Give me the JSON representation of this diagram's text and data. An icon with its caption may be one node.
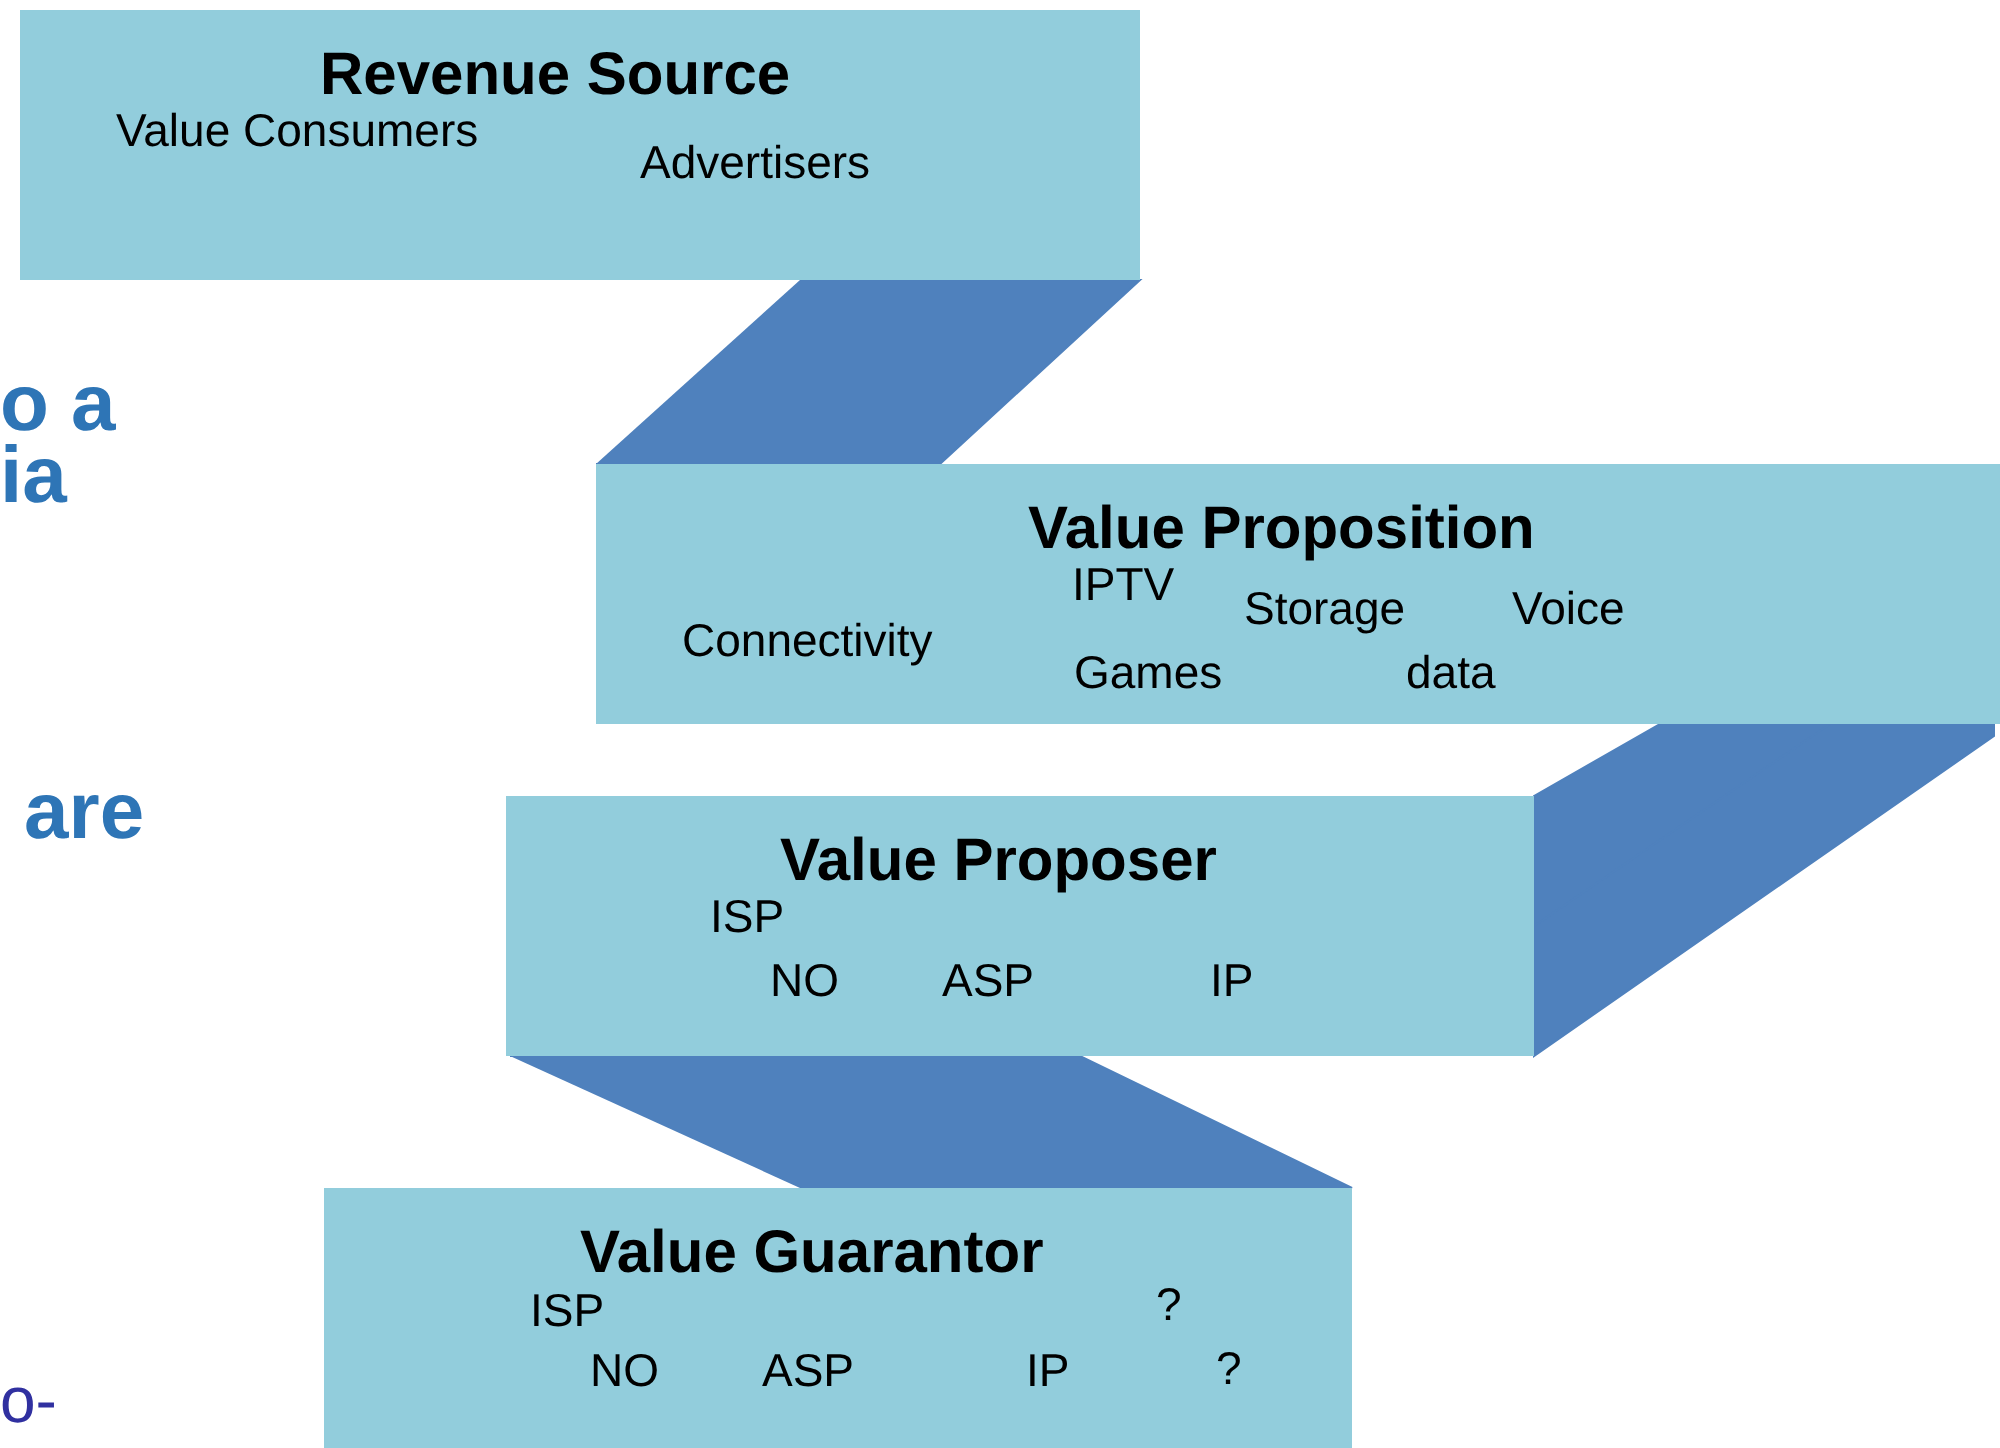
{
  "diagram": {
    "nodes": [
      {
        "text": [
          "Revenue Source",
          "Value Consumers",
          "Advertisers"
        ]
      },
      {
        "text": [
          "Value Proposition",
          "IPTV",
          "Storage",
          "Voice",
          "Connectivity",
          "Games",
          "data"
        ]
      },
      {
        "text": [
          "Value Proposer",
          "ISP",
          "NO",
          "ASP",
          "IP"
        ]
      },
      {
        "text": [
          "Value Guarantor",
          "ISP",
          "?",
          "NO",
          "ASP",
          "IP",
          "?"
        ]
      }
    ],
    "edges": [
      {
        "from": 0,
        "to": 1,
        "arrow": "none"
      },
      {
        "from": 1,
        "to": 2,
        "arrow": "none"
      },
      {
        "from": 2,
        "to": 3,
        "arrow": "none"
      }
    ],
    "labels": [
      "o a",
      "ia",
      "are",
      "o-"
    ]
  }
}
